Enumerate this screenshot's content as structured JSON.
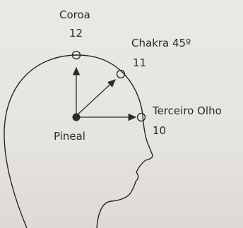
{
  "points": {
    "crown": {
      "name": "Coroa",
      "number": "12"
    },
    "chakra45": {
      "name": "Chakra 45º",
      "number": "11"
    },
    "third_eye": {
      "name": "Terceiro Olho",
      "number": "10"
    },
    "pineal": {
      "name": "Pineal"
    }
  }
}
